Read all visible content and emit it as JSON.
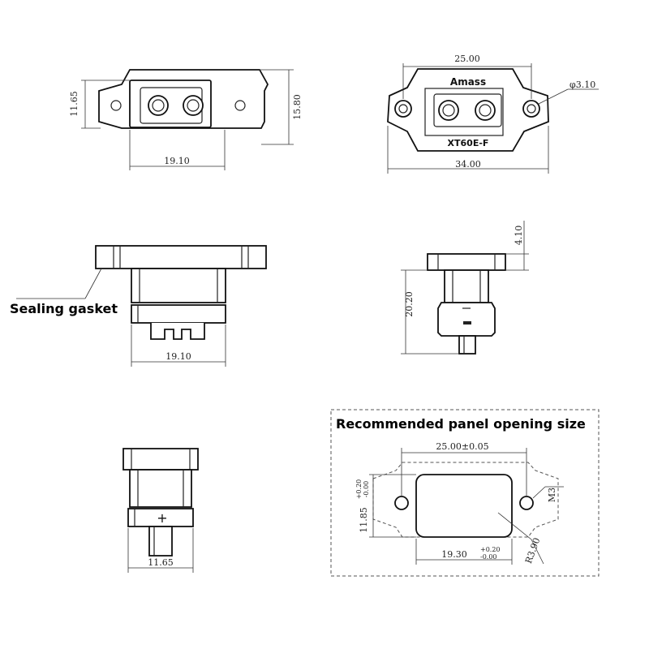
{
  "top_front": {
    "dim_width": "19.10",
    "dim_height_left": "11.65",
    "dim_height_right": "15.80"
  },
  "top_back": {
    "dim_hole_spacing": "25.00",
    "dim_overall_width": "34.00",
    "dim_hole_diameter": "φ3.10",
    "brand": "Amass",
    "model": "XT60E-F"
  },
  "side_view": {
    "label": "Sealing gasket",
    "dim_width": "19.10"
  },
  "end_view": {
    "dim_flange": "4.10",
    "dim_height": "20.20"
  },
  "bottom_view": {
    "dim_width": "11.65",
    "polarity_symbol": "+"
  },
  "panel_opening": {
    "title": "Recommended panel opening size",
    "dim_hole_spacing": "25.00±0.05",
    "dim_height": "11.85",
    "dim_height_tol_upper": "+0.20",
    "dim_height_tol_lower": "-0.00",
    "dim_width": "19.30",
    "dim_width_tol_upper": "+0.20",
    "dim_width_tol_lower": "-0.00",
    "dim_thread": "M3",
    "dim_radius": "R3.90"
  }
}
